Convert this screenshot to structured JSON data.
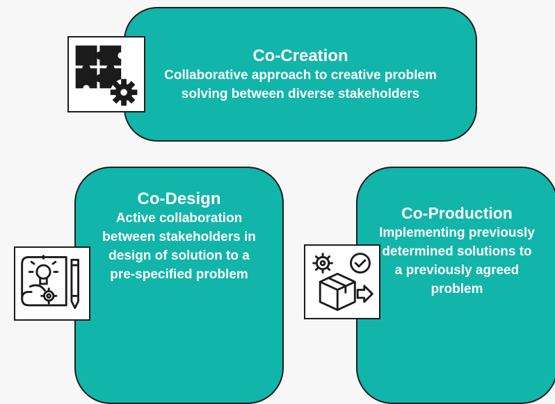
{
  "cards": {
    "co_creation": {
      "title": "Co-Creation",
      "description": "Collaborative approach to creative problem solving between diverse stakeholders"
    },
    "co_design": {
      "title": "Co-Design",
      "description": "Active collaboration between stakeholders in design of solution to a pre-specified problem"
    },
    "co_production": {
      "title": "Co-Production",
      "description": "Implementing previously determined solutions to a previously agreed problem"
    }
  },
  "icons": {
    "co_creation": "puzzle-gear-icon",
    "co_design": "blueprint-lightbulb-pencil-icon",
    "co_production": "box-gear-check-icon"
  },
  "colors": {
    "card_fill": "#12b5a9",
    "card_border": "#1b1b1b",
    "text": "#ffffff",
    "background": "#f7f7f7"
  }
}
